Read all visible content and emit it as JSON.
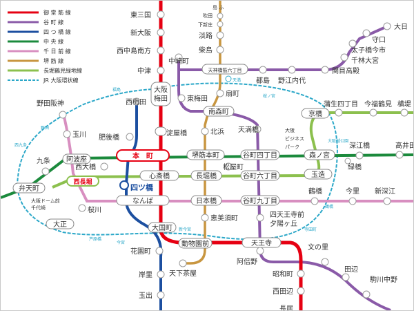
{
  "legend": [
    {
      "label": "御 堂 筋 線",
      "color": "#e60012",
      "style": "solid"
    },
    {
      "label": "谷 町 線",
      "color": "#8a5aa8",
      "style": "solid"
    },
    {
      "label": "四 つ 橋 線",
      "color": "#1c4fa0",
      "style": "solid"
    },
    {
      "label": "中 央 線",
      "color": "#1b8a3c",
      "style": "solid"
    },
    {
      "label": "千 日 前 線",
      "color": "#d88fc0",
      "style": "solid"
    },
    {
      "label": "堺 筋 線",
      "color": "#c89640",
      "style": "solid"
    },
    {
      "label": "長堀鶴見緑地線",
      "color": "#8cc04e",
      "style": "solid"
    },
    {
      "label": "JR 大阪環状線",
      "color": "#2aa7c8",
      "style": "dashed"
    }
  ],
  "stations": {
    "higashimikuni": "東三国",
    "shinosaka": "新大阪",
    "nishinakajima": "西中島南方",
    "nakatsu": "中津",
    "umeda_top": "大阪",
    "umeda_bottom": "梅田",
    "yodoyabashi": "淀屋橋",
    "honmachi": "本　町",
    "shinsaibashi": "心斎橋",
    "namba": "なんば",
    "daikokucho": "大国町",
    "dobutsuen": "動物園前",
    "tennoji": "天王寺",
    "showacho": "昭和町",
    "nishitanabe": "西田辺",
    "nagai_partial": "長居",
    "nishiumeda": "西梅田",
    "higobashi": "肥後橋",
    "yotsubashi": "四ツ橋",
    "hanazonocho": "花園町",
    "kishinosato": "岸里",
    "tamade": "玉出",
    "ibaraki": "島 ふ",
    "suita": "吹田",
    "shinjo": "下新庄",
    "awaji": "淡路",
    "kamishinjo": "柴島",
    "tenroku": "天神橋筋六丁目",
    "ogimachi": "扇町",
    "minamimorimachi": "南森町",
    "kitahama": "北浜",
    "sakaisujihonmachi": "堺筋本町",
    "nagahoribashi": "長堀橋",
    "nipponbashi": "日本橋",
    "ebisucho": "恵美須町",
    "tengachaya": "天下茶屋",
    "nakazakicho": "中崎町",
    "higashiumeda": "東梅田",
    "miyakojima": "都島",
    "noeuchindai": "野江内代",
    "sekime": "関目高殿",
    "senbayashi": "千林大宮",
    "taishibashi": "太子橋今市",
    "moriguchi": "守口",
    "dainichi": "大日",
    "tenmabashi": "天満橋",
    "tanimachi4": "谷町四丁目",
    "tanimachi6": "谷町六丁目",
    "tanimachi9": "谷町九丁目",
    "shitennoji": "四天王寺前",
    "yuhigaoka": "夕陽ヶ丘",
    "abeno": "阿倍野",
    "fuminosato": "文の里",
    "tanabe": "田辺",
    "komagawa": "駒川中野",
    "nodahanshin": "野田阪神",
    "tamagawa": "玉川",
    "awaza": "阿波座",
    "kujo": "九条",
    "bentencho": "弁天町",
    "nishinagahori": "西長堀",
    "sakuragawa": "桜川",
    "taisho": "大正",
    "dome_1": "大阪ドーム前",
    "dome_2": "千代崎",
    "nishiohashi": "西大橋",
    "matsuyamachi": "松屋町",
    "tamatsukuri": "玉造",
    "morinomiya": "森ノ宮",
    "obp_1": "大阪",
    "obp_2": "ビジネス",
    "obp_3": "パーク",
    "kyobashi": "京橋",
    "gamo": "蒲生四丁目",
    "imafuku": "今福鶴見",
    "yokozutsumi": "横堤",
    "fukaebashi": "深江橋",
    "takaida": "高井田",
    "midoribashi": "緑橋",
    "tsuruhashi": "鶴橋",
    "imazato": "今里",
    "shinfukae": "新深江"
  },
  "jr_labels": {
    "fukushima": "福島",
    "nishikujo": "西九条",
    "noda": "野田",
    "tenma": "天満",
    "sakuranomiya": "桜ノ宮",
    "osakajokoen": "大阪城公園",
    "tsuruhashi": "鶴橋",
    "teradacho": "寺田町",
    "shinimamiya": "新今宮",
    "imamiya": "今宮",
    "ashiharabashi": "芦原橋"
  },
  "colors": {
    "midosuji": "#e60012",
    "tanimachi": "#8a5aa8",
    "yotsubashi": "#1c4fa0",
    "chuo": "#1b8a3c",
    "sennichimae": "#d88fc0",
    "sakaisuji": "#c89640",
    "nagahori": "#8cc04e",
    "jr": "#2aa7c8"
  }
}
